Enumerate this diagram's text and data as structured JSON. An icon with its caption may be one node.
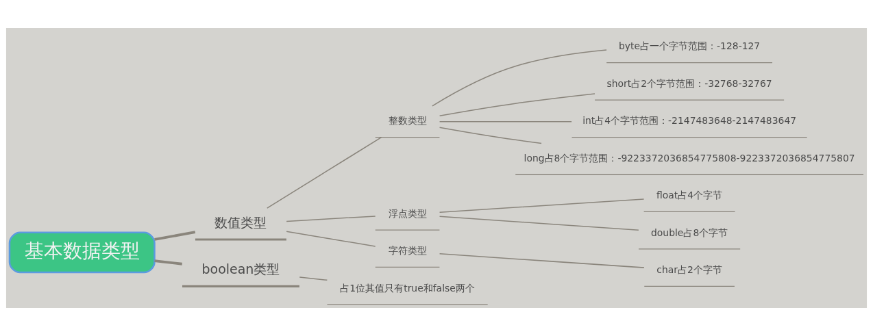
{
  "diagram": {
    "nodes": [
      {
        "text": [
          "基本数据类型"
        ]
      },
      {
        "text": [
          "数值类型"
        ]
      },
      {
        "text": [
          "整数类型"
        ]
      },
      {
        "text": [
          "byte占一个字节范围：-128-127"
        ]
      },
      {
        "text": [
          "short占2个字节范围：-32768-32767"
        ]
      },
      {
        "text": [
          "int占4个字节范围：-2147483648-2147483647"
        ]
      },
      {
        "text": [
          "long占8个字节范围：-9223372036854775808-9223372036854775807"
        ]
      },
      {
        "text": [
          "浮点类型"
        ]
      },
      {
        "text": [
          "float占4个字节"
        ]
      },
      {
        "text": [
          "double占8个字节"
        ]
      },
      {
        "text": [
          "字符类型"
        ]
      },
      {
        "text": [
          "char占2个字节"
        ]
      },
      {
        "text": [
          "boolean类型"
        ]
      },
      {
        "text": [
          "占1位其值只有true和false两个"
        ]
      }
    ],
    "edges": [
      {
        "from": 0,
        "to": 1,
        "arrow": "none",
        "style": "thick"
      },
      {
        "from": 1,
        "to": 2,
        "arrow": "none"
      },
      {
        "from": 2,
        "to": 3,
        "arrow": "none"
      },
      {
        "from": 2,
        "to": 4,
        "arrow": "none"
      },
      {
        "from": 2,
        "to": 5,
        "arrow": "none"
      },
      {
        "from": 2,
        "to": 6,
        "arrow": "none"
      },
      {
        "from": 1,
        "to": 7,
        "arrow": "none"
      },
      {
        "from": 7,
        "to": 8,
        "arrow": "none"
      },
      {
        "from": 7,
        "to": 9,
        "arrow": "none"
      },
      {
        "from": 1,
        "to": 10,
        "arrow": "none"
      },
      {
        "from": 10,
        "to": 11,
        "arrow": "none"
      },
      {
        "from": 0,
        "to": 12,
        "arrow": "none",
        "style": "thick"
      },
      {
        "from": 12,
        "to": 13,
        "arrow": "none"
      }
    ]
  }
}
